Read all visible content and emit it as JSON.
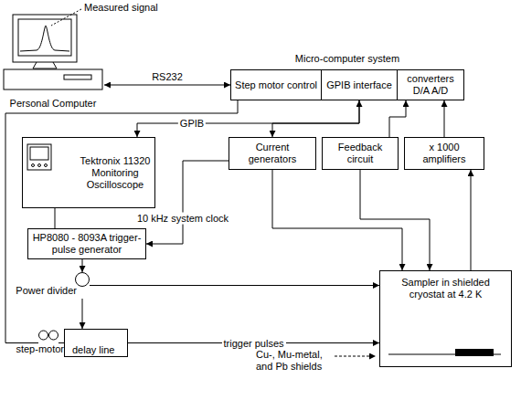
{
  "diagram": {
    "nodes": [
      {
        "text": [
          "Personal Computer"
        ]
      },
      {
        "text": [
          "Micro-computer system"
        ]
      },
      {
        "text": [
          "Step motor control"
        ],
        "in": 1
      },
      {
        "text": [
          "GPIB interface"
        ],
        "in": 1
      },
      {
        "text": [
          "converters D/A A/D"
        ],
        "in": 1
      },
      {
        "text": [
          "Tektronix 11320",
          "Monitoring Oscilloscope"
        ]
      },
      {
        "text": [
          "Current generators"
        ]
      },
      {
        "text": [
          "Feedback circuit"
        ]
      },
      {
        "text": [
          "x 1000 amplifiers"
        ]
      },
      {
        "text": [
          "HP8080 - 8093A trigger-pulse generator"
        ]
      },
      {
        "text": [
          "Power divider"
        ]
      },
      {
        "text": [
          "step-motor"
        ]
      },
      {
        "text": [
          "delay line"
        ]
      },
      {
        "text": [
          "Sampler in shielded cryostat at 4.2 K"
        ]
      }
    ],
    "edges": [
      {
        "from": 0,
        "to": 2,
        "label": "RS232",
        "arrow": "both"
      },
      {
        "from": 3,
        "to": 5,
        "label": "GPIB",
        "arrow": "both"
      },
      {
        "from": 3,
        "to": 6,
        "arrow": "to"
      },
      {
        "from": 7,
        "to": 4,
        "arrow": "to"
      },
      {
        "from": 8,
        "to": 4,
        "arrow": "to"
      },
      {
        "from": 6,
        "to": 9,
        "label": "10 kHz system clock",
        "arrow": "to"
      },
      {
        "from": 5,
        "to": 9,
        "arrow": "none"
      },
      {
        "from": 9,
        "to": 10,
        "arrow": "to"
      },
      {
        "from": 10,
        "to": 13,
        "arrow": "to"
      },
      {
        "from": 10,
        "to": 12,
        "arrow": "to"
      },
      {
        "from": 12,
        "to": 13,
        "label": "trigger pulses",
        "arrow": "to"
      },
      {
        "from": 11,
        "to": 12,
        "arrow": "none"
      },
      {
        "from": 2,
        "to": 11,
        "arrow": "none"
      },
      {
        "from": 6,
        "to": 13,
        "arrow": "to"
      },
      {
        "from": 7,
        "to": 13,
        "arrow": "to"
      },
      {
        "from": 13,
        "to": 8,
        "arrow": "to"
      }
    ],
    "labels": [
      "Measured signal",
      "Cu-, Mu-metal, and Pb shields"
    ]
  }
}
